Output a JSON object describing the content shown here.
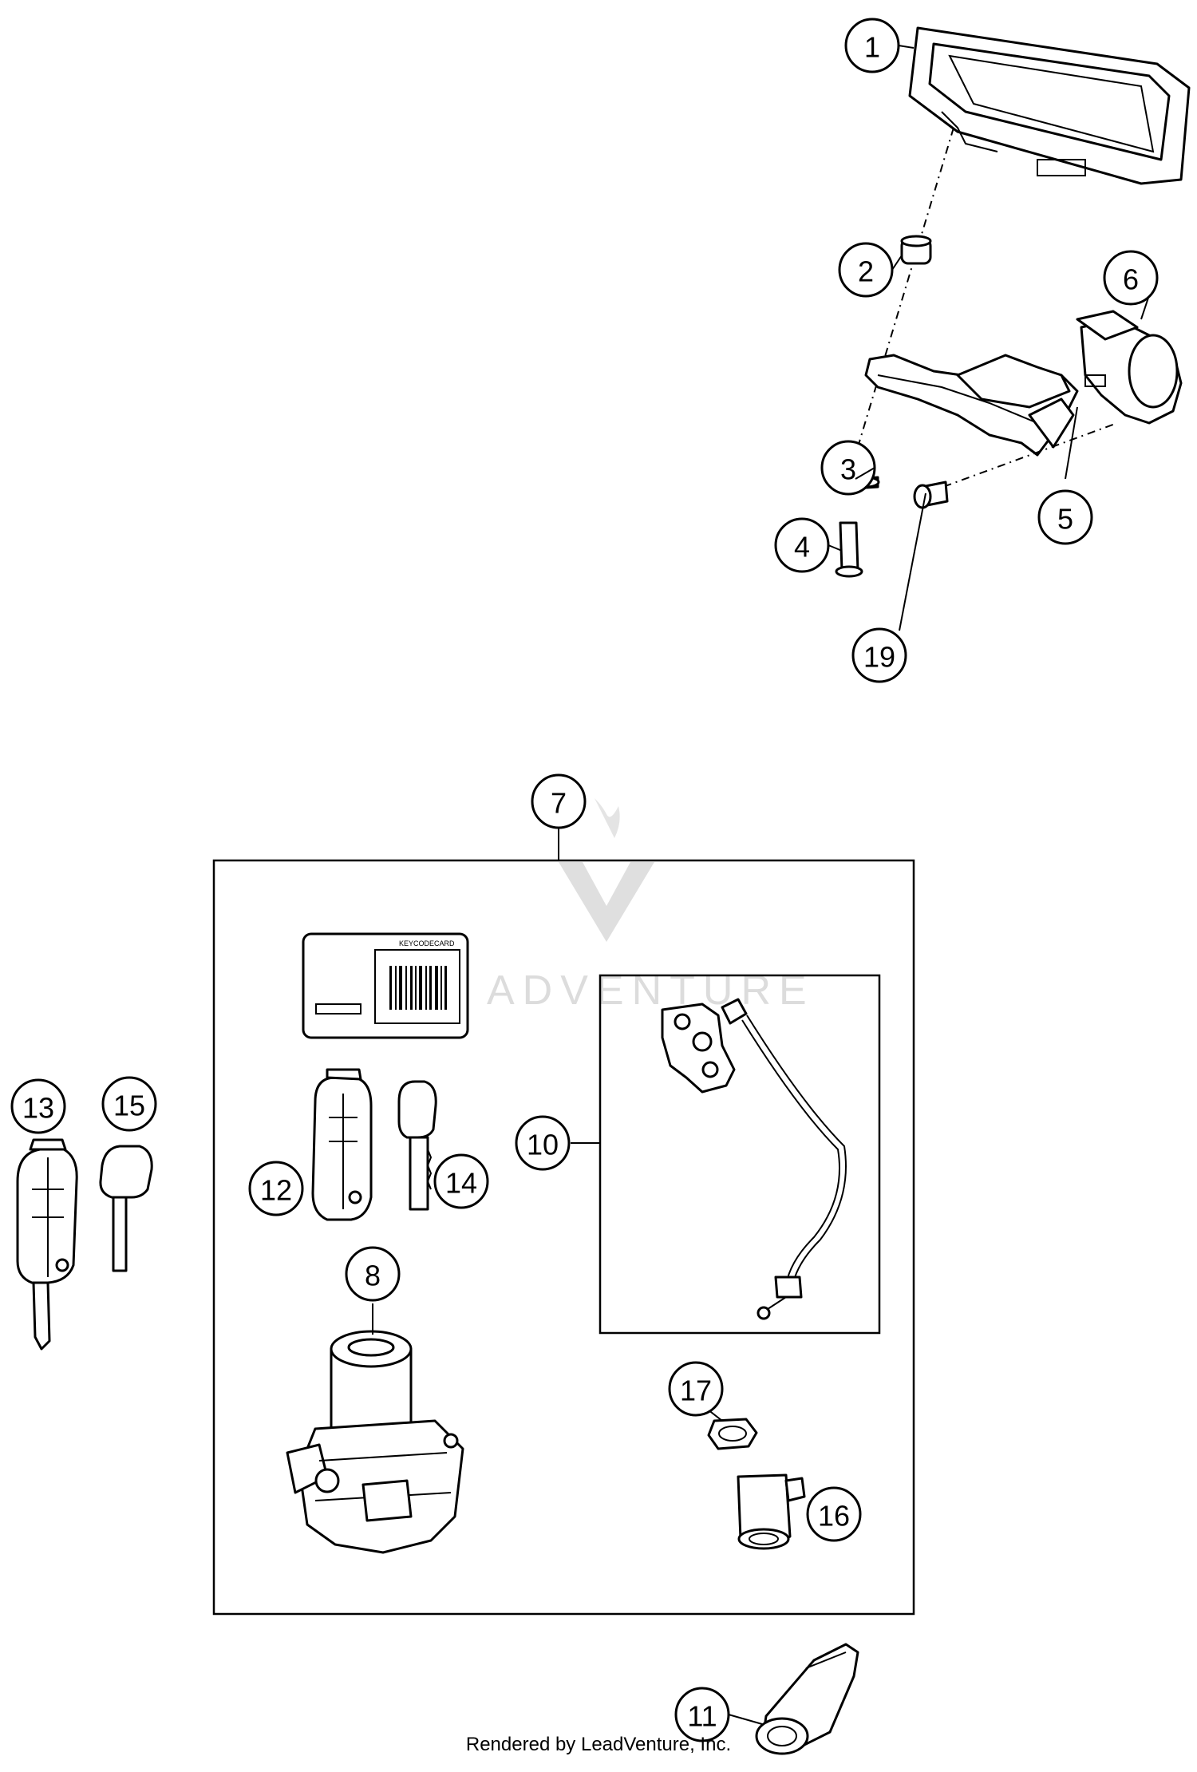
{
  "callouts": {
    "c1": "1",
    "c2": "2",
    "c3": "3",
    "c4": "4",
    "c5": "5",
    "c6": "6",
    "c7": "7",
    "c8": "8",
    "c10": "10",
    "c11": "11",
    "c12": "12",
    "c13": "13",
    "c14": "14",
    "c15": "15",
    "c16": "16",
    "c17": "17",
    "c19": "19"
  },
  "watermark": {
    "text": "ADVENTURE"
  },
  "footer": {
    "text": "Rendered by LeadVenture, Inc."
  },
  "label_sticker": {
    "heading": "KEYCODECARD"
  }
}
